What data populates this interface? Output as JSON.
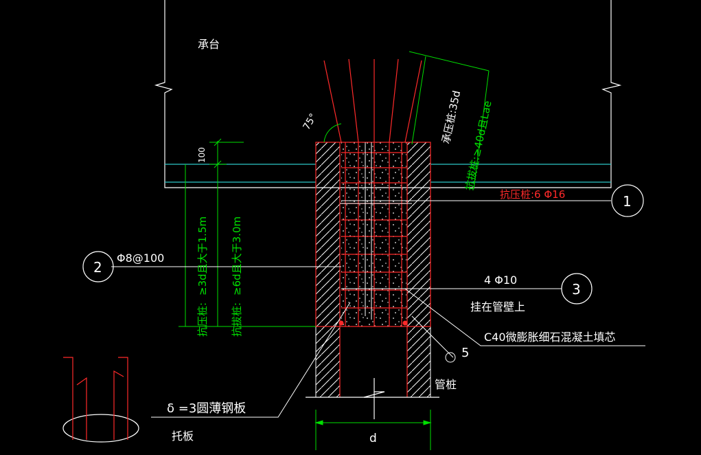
{
  "labels": {
    "cap": "承台",
    "angle": "75°",
    "dim_100": "100",
    "compression_35d": "承压桩:35d",
    "tension_40d": "抗拔桩:≥40d且Lae",
    "rebar_compression": "抗压桩:6 Φ16",
    "left_len_1": "≥3d且大于1.5m",
    "left_len_2": "抗压桩:",
    "right_len_1": "≥6d且大于3.0m",
    "right_len_2": "抗拔桩:",
    "stirrup": "Φ8@100",
    "bars_4": "4 Φ10",
    "hang": "挂在管壁上",
    "concrete": "C40微膨胀细石混凝土填芯",
    "num_5": "5",
    "pipe_pile": "管桩",
    "plate": "δ =3圆薄钢板",
    "tray": "托板",
    "d": "d"
  },
  "callouts": {
    "one": "1",
    "two": "2",
    "three": "3"
  },
  "colors": {
    "white": "#ffffff",
    "red": "#ff2a2a",
    "green": "#00e000",
    "cyan": "#2ec8c8"
  }
}
